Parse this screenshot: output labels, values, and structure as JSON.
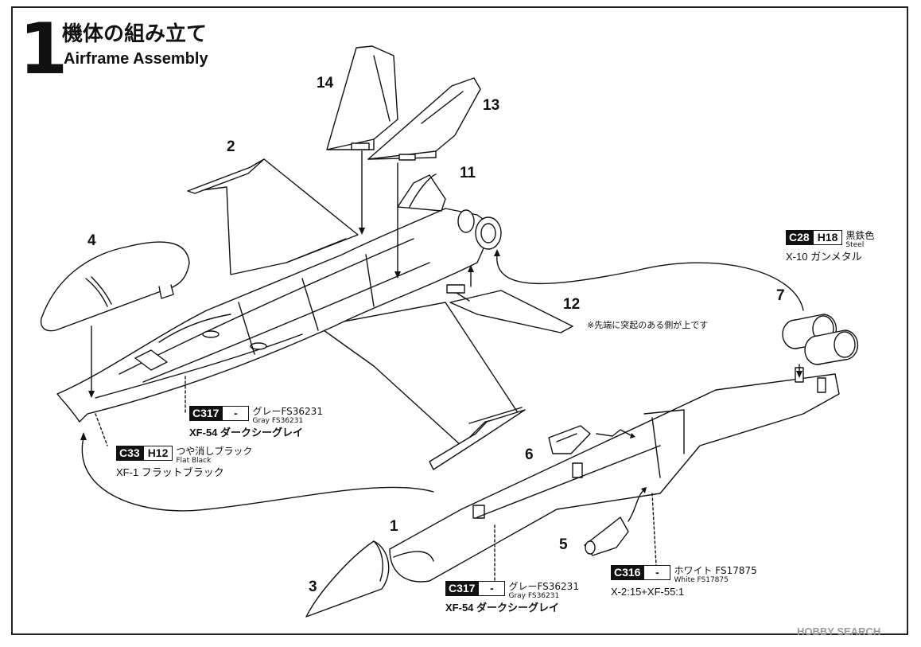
{
  "step": {
    "number": "1",
    "title_ja": "機体の組み立て",
    "title_en": "Airframe Assembly"
  },
  "parts": {
    "p1": "1",
    "p2": "2",
    "p3": "3",
    "p4": "4",
    "p5": "5",
    "p6": "6",
    "p7": "7",
    "p11": "11",
    "p12": "12",
    "p13": "13",
    "p14": "14"
  },
  "note_12": "※先端に突起のある側が上です",
  "callouts": {
    "gray_top": {
      "code": "C317",
      "alt": "-",
      "ja": "グレーFS36231",
      "en": "Gray FS36231",
      "mix": "XF-54 ダークシーグレイ"
    },
    "black": {
      "code": "C33",
      "alt": "H12",
      "ja": "つや消しブラック",
      "en": "Flat Black",
      "mix": "XF-1 フラットブラック"
    },
    "steel": {
      "code": "C28",
      "alt": "H18",
      "ja": "黒鉄色",
      "en": "Steel",
      "mix": "X-10 ガンメタル"
    },
    "gray_bottom": {
      "code": "C317",
      "alt": "-",
      "ja": "グレーFS36231",
      "en": "Gray FS36231",
      "mix": "XF-54 ダークシーグレイ"
    },
    "white": {
      "code": "C316",
      "alt": "-",
      "ja": "ホワイト FS17875",
      "en": "White FS17875",
      "mix": "X-2:15+XF-55:1"
    }
  },
  "watermark": "HOBBY SEARCH"
}
